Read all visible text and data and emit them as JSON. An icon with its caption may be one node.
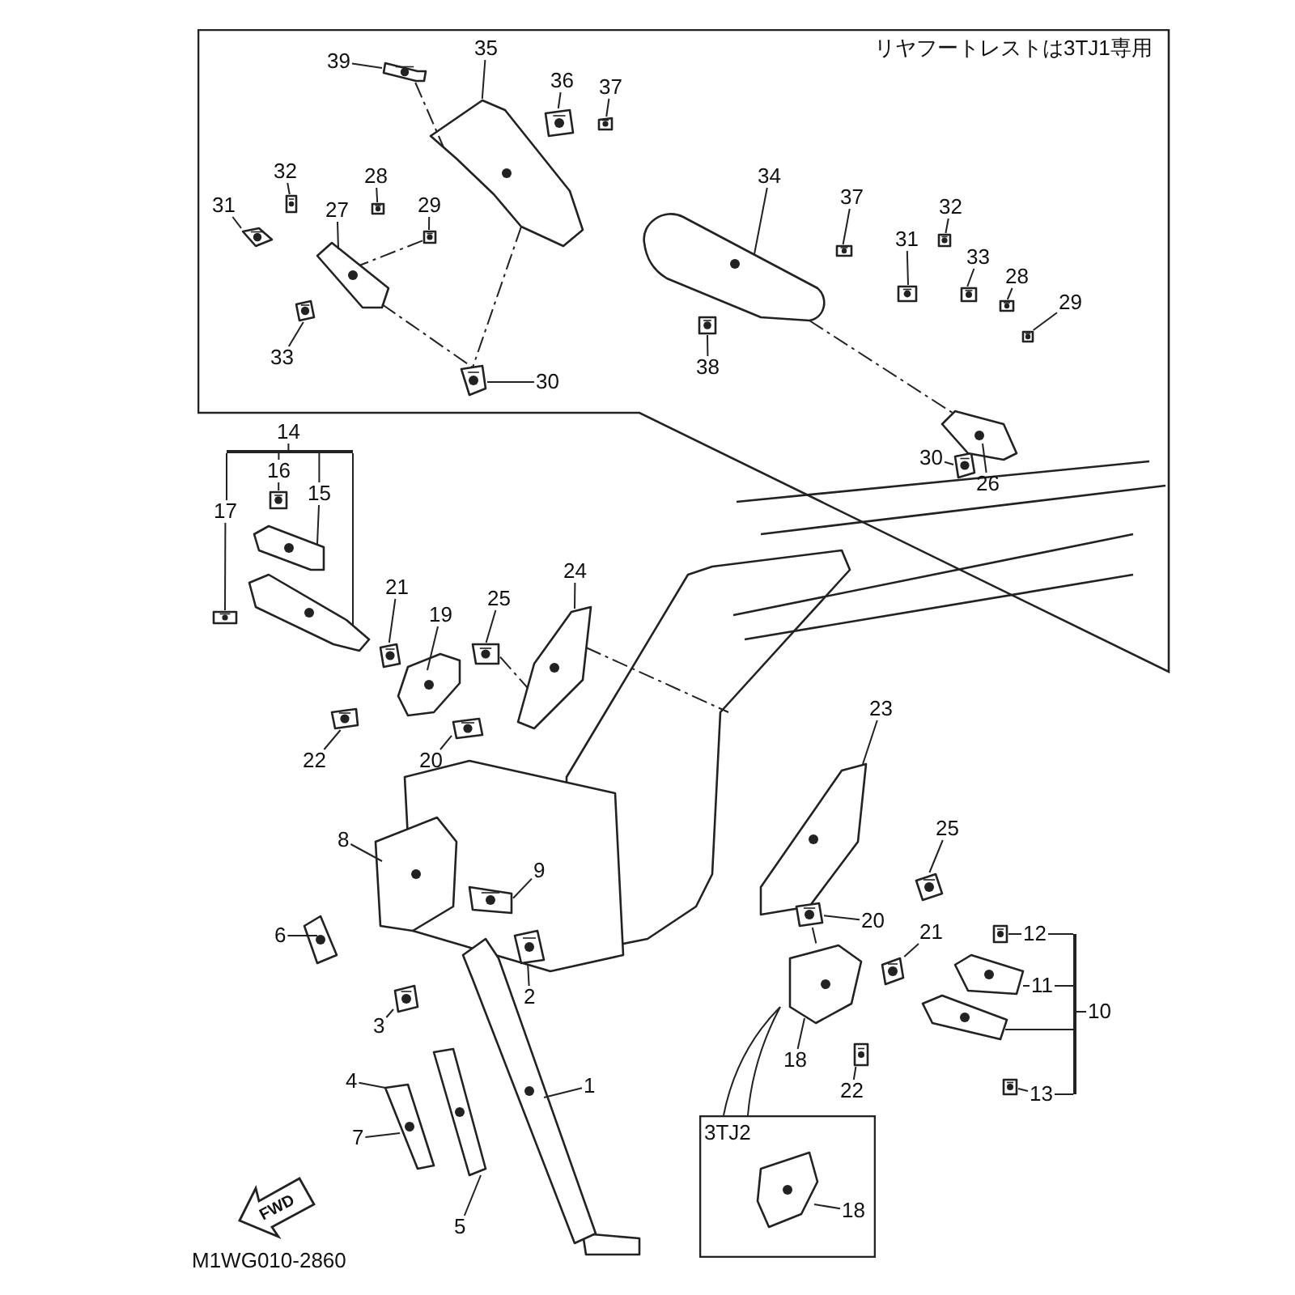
{
  "diagram": {
    "nodes": [
      {
        "text": [
          "リヤフートレストは3TJ1専用"
        ]
      },
      {
        "text": [
          "39"
        ],
        "in": 0
      },
      {
        "text": [
          "35"
        ],
        "in": 0
      },
      {
        "text": [
          "36"
        ],
        "in": 0
      },
      {
        "text": [
          "37"
        ],
        "in": 0
      },
      {
        "text": [
          "32"
        ],
        "in": 0
      },
      {
        "text": [
          "31"
        ],
        "in": 0
      },
      {
        "text": [
          "28"
        ],
        "in": 0
      },
      {
        "text": [
          "29"
        ],
        "in": 0
      },
      {
        "text": [
          "27"
        ],
        "in": 0
      },
      {
        "text": [
          "33"
        ],
        "in": 0
      },
      {
        "text": [
          "30"
        ],
        "in": 0
      },
      {
        "text": [
          "34"
        ],
        "in": 0
      },
      {
        "text": [
          "37"
        ],
        "in": 0
      },
      {
        "text": [
          "31"
        ],
        "in": 0
      },
      {
        "text": [
          "32"
        ],
        "in": 0
      },
      {
        "text": [
          "33"
        ],
        "in": 0
      },
      {
        "text": [
          "28"
        ],
        "in": 0
      },
      {
        "text": [
          "29"
        ],
        "in": 0
      },
      {
        "text": [
          "38"
        ],
        "in": 0
      },
      {
        "text": [
          "30"
        ],
        "in": 0
      },
      {
        "text": [
          "26"
        ],
        "in": 0
      },
      {
        "text": [
          "14"
        ]
      },
      {
        "text": [
          "16"
        ]
      },
      {
        "text": [
          "15"
        ]
      },
      {
        "text": [
          "17"
        ]
      },
      {
        "text": [
          "21"
        ]
      },
      {
        "text": [
          "19"
        ]
      },
      {
        "text": [
          "25"
        ]
      },
      {
        "text": [
          "24"
        ]
      },
      {
        "text": [
          "22"
        ]
      },
      {
        "text": [
          "20"
        ]
      },
      {
        "text": [
          "23"
        ]
      },
      {
        "text": [
          "8"
        ]
      },
      {
        "text": [
          "9"
        ]
      },
      {
        "text": [
          "6"
        ]
      },
      {
        "text": [
          "25"
        ]
      },
      {
        "text": [
          "2"
        ]
      },
      {
        "text": [
          "20"
        ]
      },
      {
        "text": [
          "21"
        ]
      },
      {
        "text": [
          "3"
        ]
      },
      {
        "text": [
          "12"
        ]
      },
      {
        "text": [
          "11"
        ]
      },
      {
        "text": [
          "10"
        ]
      },
      {
        "text": [
          "18"
        ]
      },
      {
        "text": [
          "22"
        ]
      },
      {
        "text": [
          "13"
        ]
      },
      {
        "text": [
          "4"
        ]
      },
      {
        "text": [
          "1"
        ]
      },
      {
        "text": [
          "7"
        ]
      },
      {
        "text": [
          "5"
        ]
      },
      {
        "text": [
          "3TJ2"
        ]
      },
      {
        "text": [
          "18"
        ],
        "in": 51
      },
      {
        "text": [],
        "shape": "bar"
      },
      {
        "text": [],
        "shape": "bar"
      },
      {
        "text": [],
        "shape": "picture",
        "in": 0
      },
      {
        "text": [],
        "shape": "picture",
        "in": 0
      },
      {
        "text": [],
        "shape": "picture",
        "in": 0
      },
      {
        "text": [],
        "shape": "picture",
        "in": 0
      },
      {
        "text": [],
        "shape": "picture",
        "in": 0
      },
      {
        "text": [],
        "shape": "picture",
        "in": 0
      },
      {
        "text": [],
        "shape": "picture",
        "in": 0
      },
      {
        "text": [],
        "shape": "picture",
        "in": 0
      },
      {
        "text": [],
        "shape": "picture",
        "in": 0
      },
      {
        "text": [],
        "shape": "picture",
        "in": 0
      },
      {
        "text": [],
        "shape": "picture",
        "in": 0
      },
      {
        "text": [],
        "shape": "picture",
        "in": 0
      },
      {
        "text": [],
        "shape": "picture",
        "in": 0
      },
      {
        "text": [],
        "shape": "picture",
        "in": 0
      },
      {
        "text": [],
        "shape": "picture",
        "in": 0
      },
      {
        "text": [],
        "shape": "picture",
        "in": 0
      },
      {
        "text": [],
        "shape": "picture",
        "in": 0
      },
      {
        "text": [],
        "shape": "picture",
        "in": 0
      },
      {
        "text": [],
        "shape": "picture",
        "in": 0
      },
      {
        "text": [],
        "shape": "picture",
        "in": 0
      },
      {
        "text": [],
        "shape": "picture",
        "in": 0
      },
      {
        "text": [],
        "shape": "picture"
      },
      {
        "text": [],
        "shape": "picture"
      },
      {
        "text": [],
        "shape": "picture"
      },
      {
        "text": [],
        "shape": "picture"
      },
      {
        "text": [],
        "shape": "picture"
      },
      {
        "text": [],
        "shape": "picture"
      },
      {
        "text": [],
        "shape": "picture"
      },
      {
        "text": [],
        "shape": "picture"
      },
      {
        "text": [],
        "shape": "picture"
      },
      {
        "text": [],
        "shape": "picture"
      },
      {
        "text": [],
        "shape": "picture"
      },
      {
        "text": [],
        "shape": "picture"
      },
      {
        "text": [],
        "shape": "picture"
      },
      {
        "text": [],
        "shape": "picture"
      },
      {
        "text": [],
        "shape": "picture"
      },
      {
        "text": [],
        "shape": "picture"
      },
      {
        "text": [],
        "shape": "picture"
      },
      {
        "text": [],
        "shape": "picture"
      },
      {
        "text": [],
        "shape": "picture"
      },
      {
        "text": [],
        "shape": "picture"
      },
      {
        "text": [],
        "shape": "picture"
      },
      {
        "text": [],
        "shape": "picture"
      },
      {
        "text": [],
        "shape": "picture"
      },
      {
        "text": [],
        "shape": "picture"
      },
      {
        "text": [],
        "shape": "picture"
      },
      {
        "text": [],
        "shape": "picture"
      },
      {
        "text": [],
        "shape": "picture",
        "in": 51
      },
      {
        "text": [],
        "shape": "picture"
      },
      {
        "text": [],
        "shape": "picture"
      },
      {
        "text": [
          "FWD"
        ]
      }
    ],
    "edges": [
      {
        "from": 1,
        "to": 55,
        "arrow": "none"
      },
      {
        "from": 2,
        "to": 56,
        "arrow": "none"
      },
      {
        "from": 3,
        "to": 57,
        "arrow": "none"
      },
      {
        "from": 4,
        "to": 58,
        "arrow": "none"
      },
      {
        "from": 5,
        "to": 59,
        "arrow": "none"
      },
      {
        "from": 6,
        "to": 60,
        "arrow": "none"
      },
      {
        "from": 7,
        "to": 61,
        "arrow": "none"
      },
      {
        "from": 8,
        "to": 62,
        "arrow": "none"
      },
      {
        "from": 9,
        "to": 63,
        "arrow": "none"
      },
      {
        "from": 10,
        "to": 64,
        "arrow": "none"
      },
      {
        "from": 11,
        "to": 65,
        "arrow": "none"
      },
      {
        "from": 12,
        "to": 66,
        "arrow": "none"
      },
      {
        "from": 13,
        "to": 67,
        "arrow": "none"
      },
      {
        "from": 14,
        "to": 68,
        "arrow": "none"
      },
      {
        "from": 15,
        "to": 69,
        "arrow": "none"
      },
      {
        "from": 16,
        "to": 70,
        "arrow": "none"
      },
      {
        "from": 17,
        "to": 71,
        "arrow": "none"
      },
      {
        "from": 18,
        "to": 72,
        "arrow": "none"
      },
      {
        "from": 19,
        "to": 73,
        "arrow": "none"
      },
      {
        "from": 20,
        "to": 74,
        "arrow": "none"
      },
      {
        "from": 21,
        "to": 75,
        "arrow": "none"
      },
      {
        "from": 22,
        "to": 53,
        "arrow": "none"
      },
      {
        "from": 23,
        "to": 76,
        "arrow": "none"
      },
      {
        "from": 24,
        "to": 77,
        "arrow": "none"
      },
      {
        "from": 25,
        "to": 78,
        "arrow": "none"
      },
      {
        "from": 26,
        "to": 79,
        "arrow": "none"
      },
      {
        "from": 27,
        "to": 80,
        "arrow": "none"
      },
      {
        "from": 28,
        "to": 81,
        "arrow": "none"
      },
      {
        "from": 29,
        "to": 82,
        "arrow": "none"
      },
      {
        "from": 30,
        "to": 83,
        "arrow": "none"
      },
      {
        "from": 31,
        "to": 84,
        "arrow": "none"
      },
      {
        "from": 32,
        "to": 85,
        "arrow": "none"
      },
      {
        "from": 33,
        "to": 86,
        "arrow": "none"
      },
      {
        "from": 34,
        "to": 87,
        "arrow": "none"
      },
      {
        "from": 35,
        "to": 88,
        "arrow": "none"
      },
      {
        "from": 36,
        "to": 89,
        "arrow": "none"
      },
      {
        "from": 37,
        "to": 90,
        "arrow": "none"
      },
      {
        "from": 38,
        "to": 91,
        "arrow": "none"
      },
      {
        "from": 39,
        "to": 92,
        "arrow": "none"
      },
      {
        "from": 40,
        "to": 93,
        "arrow": "none"
      },
      {
        "from": 41,
        "to": 94,
        "arrow": "none"
      },
      {
        "from": 42,
        "to": 95,
        "arrow": "none"
      },
      {
        "from": 43,
        "to": 54,
        "arrow": "none"
      },
      {
        "from": 44,
        "to": 96,
        "arrow": "none"
      },
      {
        "from": 45,
        "to": 97,
        "arrow": "none"
      },
      {
        "from": 46,
        "to": 98,
        "arrow": "none"
      },
      {
        "from": 47,
        "to": 99,
        "arrow": "none"
      },
      {
        "from": 48,
        "to": 100,
        "arrow": "none"
      },
      {
        "from": 49,
        "to": 99,
        "arrow": "none"
      },
      {
        "from": 50,
        "to": 101,
        "arrow": "none"
      },
      {
        "from": 51,
        "to": null,
        "arrow": "none"
      },
      {
        "from": 52,
        "to": 102,
        "arrow": "none"
      },
      {
        "from": 53,
        "to": 23,
        "arrow": "none"
      },
      {
        "from": 53,
        "to": 24,
        "arrow": "none"
      },
      {
        "from": 53,
        "to": 25,
        "arrow": "none"
      },
      {
        "from": 53,
        "to": 103,
        "arrow": "none"
      },
      {
        "from": 41,
        "to": 54,
        "arrow": "none"
      },
      {
        "from": 42,
        "to": 54,
        "arrow": "none"
      },
      {
        "from": 54,
        "to": 104,
        "arrow": "none"
      },
      {
        "from": 46,
        "to": 54,
        "arrow": "none"
      },
      {
        "from": 55,
        "to": 56,
        "arrow": "none",
        "style": "dashed"
      },
      {
        "from": 56,
        "to": 65,
        "arrow": "none",
        "style": "dashed"
      },
      {
        "from": 62,
        "to": 63,
        "arrow": "none",
        "style": "dashed"
      },
      {
        "from": 63,
        "to": 65,
        "arrow": "none",
        "style": "dashed"
      },
      {
        "from": 66,
        "to": 75,
        "arrow": "none",
        "style": "dashed"
      },
      {
        "from": 81,
        "to": 82,
        "arrow": "none",
        "style": "dashed"
      },
      {
        "from": 91,
        "to": 96,
        "arrow": "none",
        "style": "dashed"
      }
    ],
    "labels": [
      "M1WG010-2860"
    ]
  }
}
